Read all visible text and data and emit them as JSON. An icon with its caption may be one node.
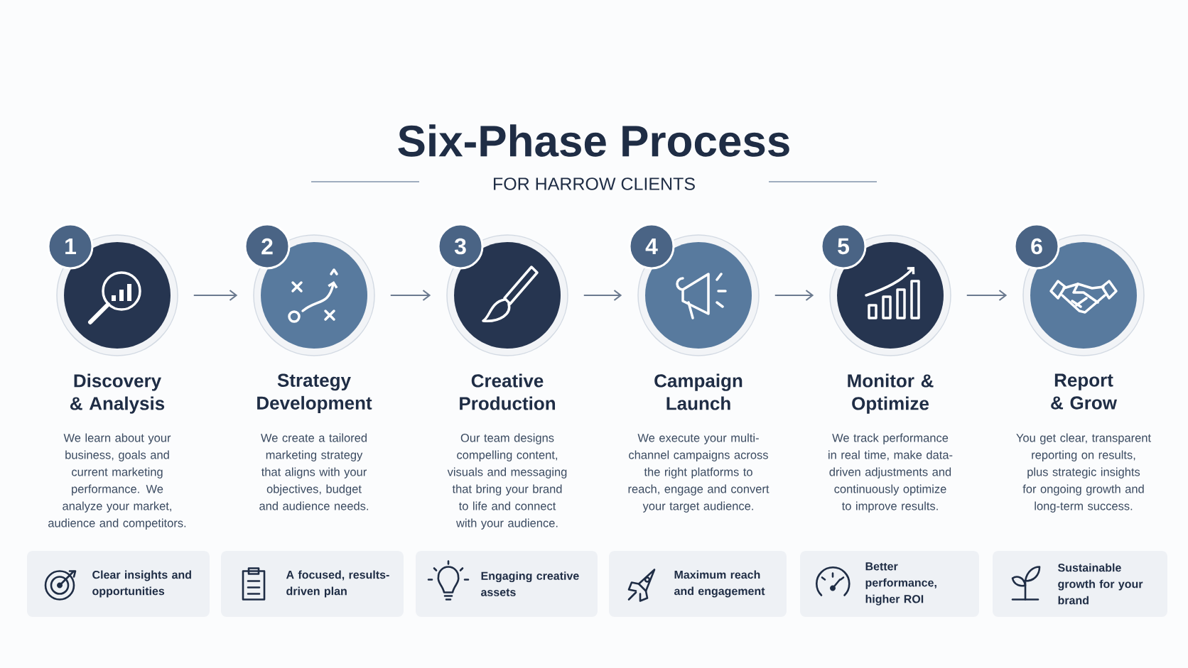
{
  "diagram": {
    "title": "Six-Phase Process",
    "nodes": [
      {
        "text": [
          "1",
          "Discovery & Analysis",
          "We learn about your business, goals and current marketing performance. We analyze your market, audience and competitors."
        ]
      },
      {
        "text": [
          "2",
          "Strategy Development",
          "We create a tailored marketing strategy that aligns with your objectives, budget and audience needs."
        ]
      },
      {
        "text": [
          "3",
          "Creative Production",
          "Our team designs compelling content, visuals and messaging that bring your brand to life and connect with your audience."
        ]
      },
      {
        "text": [
          "4",
          "Campaign Launch",
          "We execute your multi-channel campaigns across the right platforms to reach, engage and convert your target audience."
        ]
      },
      {
        "text": [
          "5",
          "Monitor & Optimize",
          "We track performance in real time, make data-driven adjustments and continuously optimize to improve results."
        ]
      },
      {
        "text": [
          "6",
          "Report & Grow",
          "You get clear, transparent reporting on results, plus strategic insights for ongoing growth and long-term success."
        ]
      },
      {
        "text": [
          "Clear insights and opportunities"
        ]
      },
      {
        "text": [
          "A focused, results-driven plan"
        ]
      },
      {
        "text": [
          "Engaging creative assets"
        ]
      },
      {
        "text": [
          "Maximum reach and engagement"
        ]
      },
      {
        "text": [
          "Better performance, higher ROI"
        ]
      },
      {
        "text": [
          "Sustainable growth for your brand"
        ]
      }
    ],
    "edges": [
      {
        "from": 0,
        "to": 1,
        "arrow": "to"
      },
      {
        "from": 1,
        "to": 2,
        "arrow": "to"
      },
      {
        "from": 2,
        "to": 3,
        "arrow": "to"
      },
      {
        "from": 3,
        "to": 4,
        "arrow": "to"
      },
      {
        "from": 4,
        "to": 5,
        "arrow": "to"
      }
    ],
    "labels": [
      "FOR HARROW CLIENTS"
    ]
  }
}
